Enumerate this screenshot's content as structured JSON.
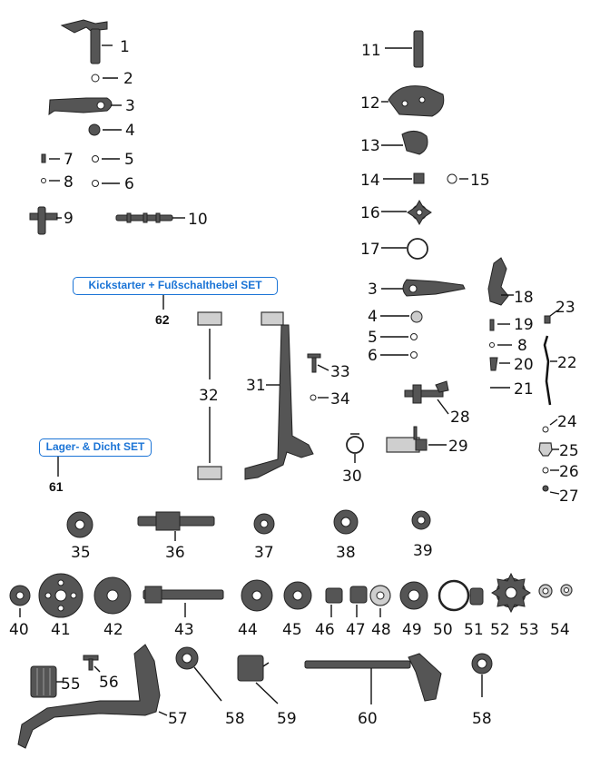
{
  "sets": [
    {
      "label": "Kickstarter + Fußschalthebel SET",
      "number": "62"
    },
    {
      "label": "Lager- & Dicht SET",
      "number": "61"
    }
  ],
  "parts": {
    "p1": "1",
    "p2": "2",
    "p3a": "3",
    "p4a": "4",
    "p5a": "5",
    "p6a": "6",
    "p7": "7",
    "p8a": "8",
    "p9": "9",
    "p10": "10",
    "p11": "11",
    "p12": "12",
    "p13": "13",
    "p14": "14",
    "p15": "15",
    "p16": "16",
    "p17": "17",
    "p3b": "3",
    "p18": "18",
    "p4b": "4",
    "p5b": "5",
    "p6b": "6",
    "p19": "19",
    "p8b": "8",
    "p20": "20",
    "p21": "21",
    "p22": "22",
    "p23": "23",
    "p24": "24",
    "p25": "25",
    "p26": "26",
    "p27": "27",
    "p28": "28",
    "p29": "29",
    "p30": "30",
    "p31": "31",
    "p32": "32",
    "p33": "33",
    "p34": "34",
    "p35": "35",
    "p36": "36",
    "p37": "37",
    "p38": "38",
    "p39": "39",
    "p40": "40",
    "p41": "41",
    "p42": "42",
    "p43": "43",
    "p44": "44",
    "p45": "45",
    "p46": "46",
    "p47": "47",
    "p48": "48",
    "p49": "49",
    "p50": "50",
    "p51": "51",
    "p52": "52",
    "p53": "53",
    "p54": "54",
    "p55": "55",
    "p56": "56",
    "p57": "57",
    "p58a": "58",
    "p59": "59",
    "p60": "60",
    "p58b": "58"
  }
}
